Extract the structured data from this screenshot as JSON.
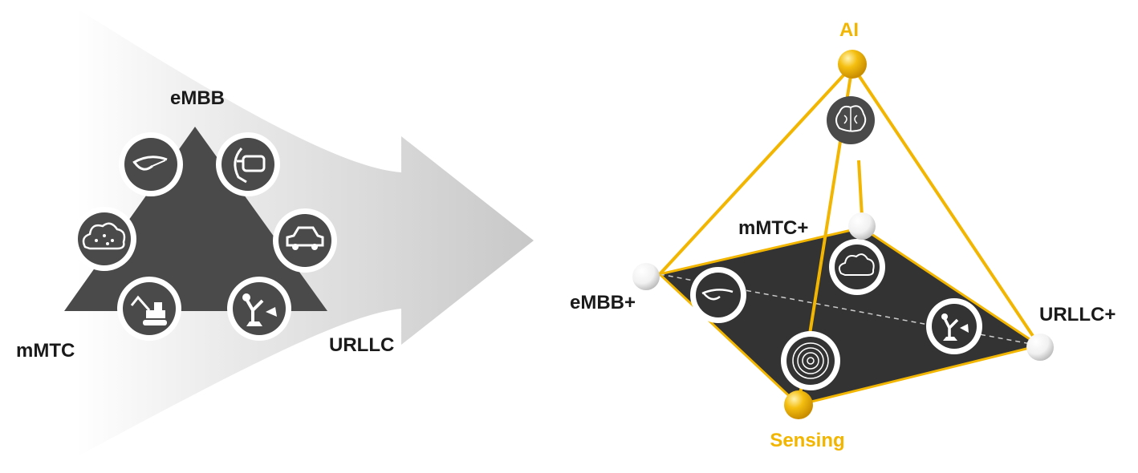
{
  "left_panel": {
    "label_top": "eMBB",
    "label_bottom_left": "mMTC",
    "label_bottom_right": "URLLC",
    "icons": [
      "smart-glasses-icon",
      "vr-headset-icon",
      "car-icon",
      "robot-arm-icon",
      "excavator-icon",
      "iot-cloud-icon"
    ]
  },
  "right_panel": {
    "label_top": "AI",
    "label_bottom": "Sensing",
    "label_left": "eMBB+",
    "label_back": "mMTC+",
    "label_right": "URLLC+",
    "icons": [
      "brain-icon",
      "smart-glasses-icon",
      "iot-cloud-icon",
      "robot-arm-icon",
      "radar-rings-icon"
    ]
  },
  "colors": {
    "accent_gold": "#f2b500",
    "dark_gray": "#4a4a4a",
    "plane_dark": "#333333",
    "arrow_gray": "#cfcfcf"
  }
}
